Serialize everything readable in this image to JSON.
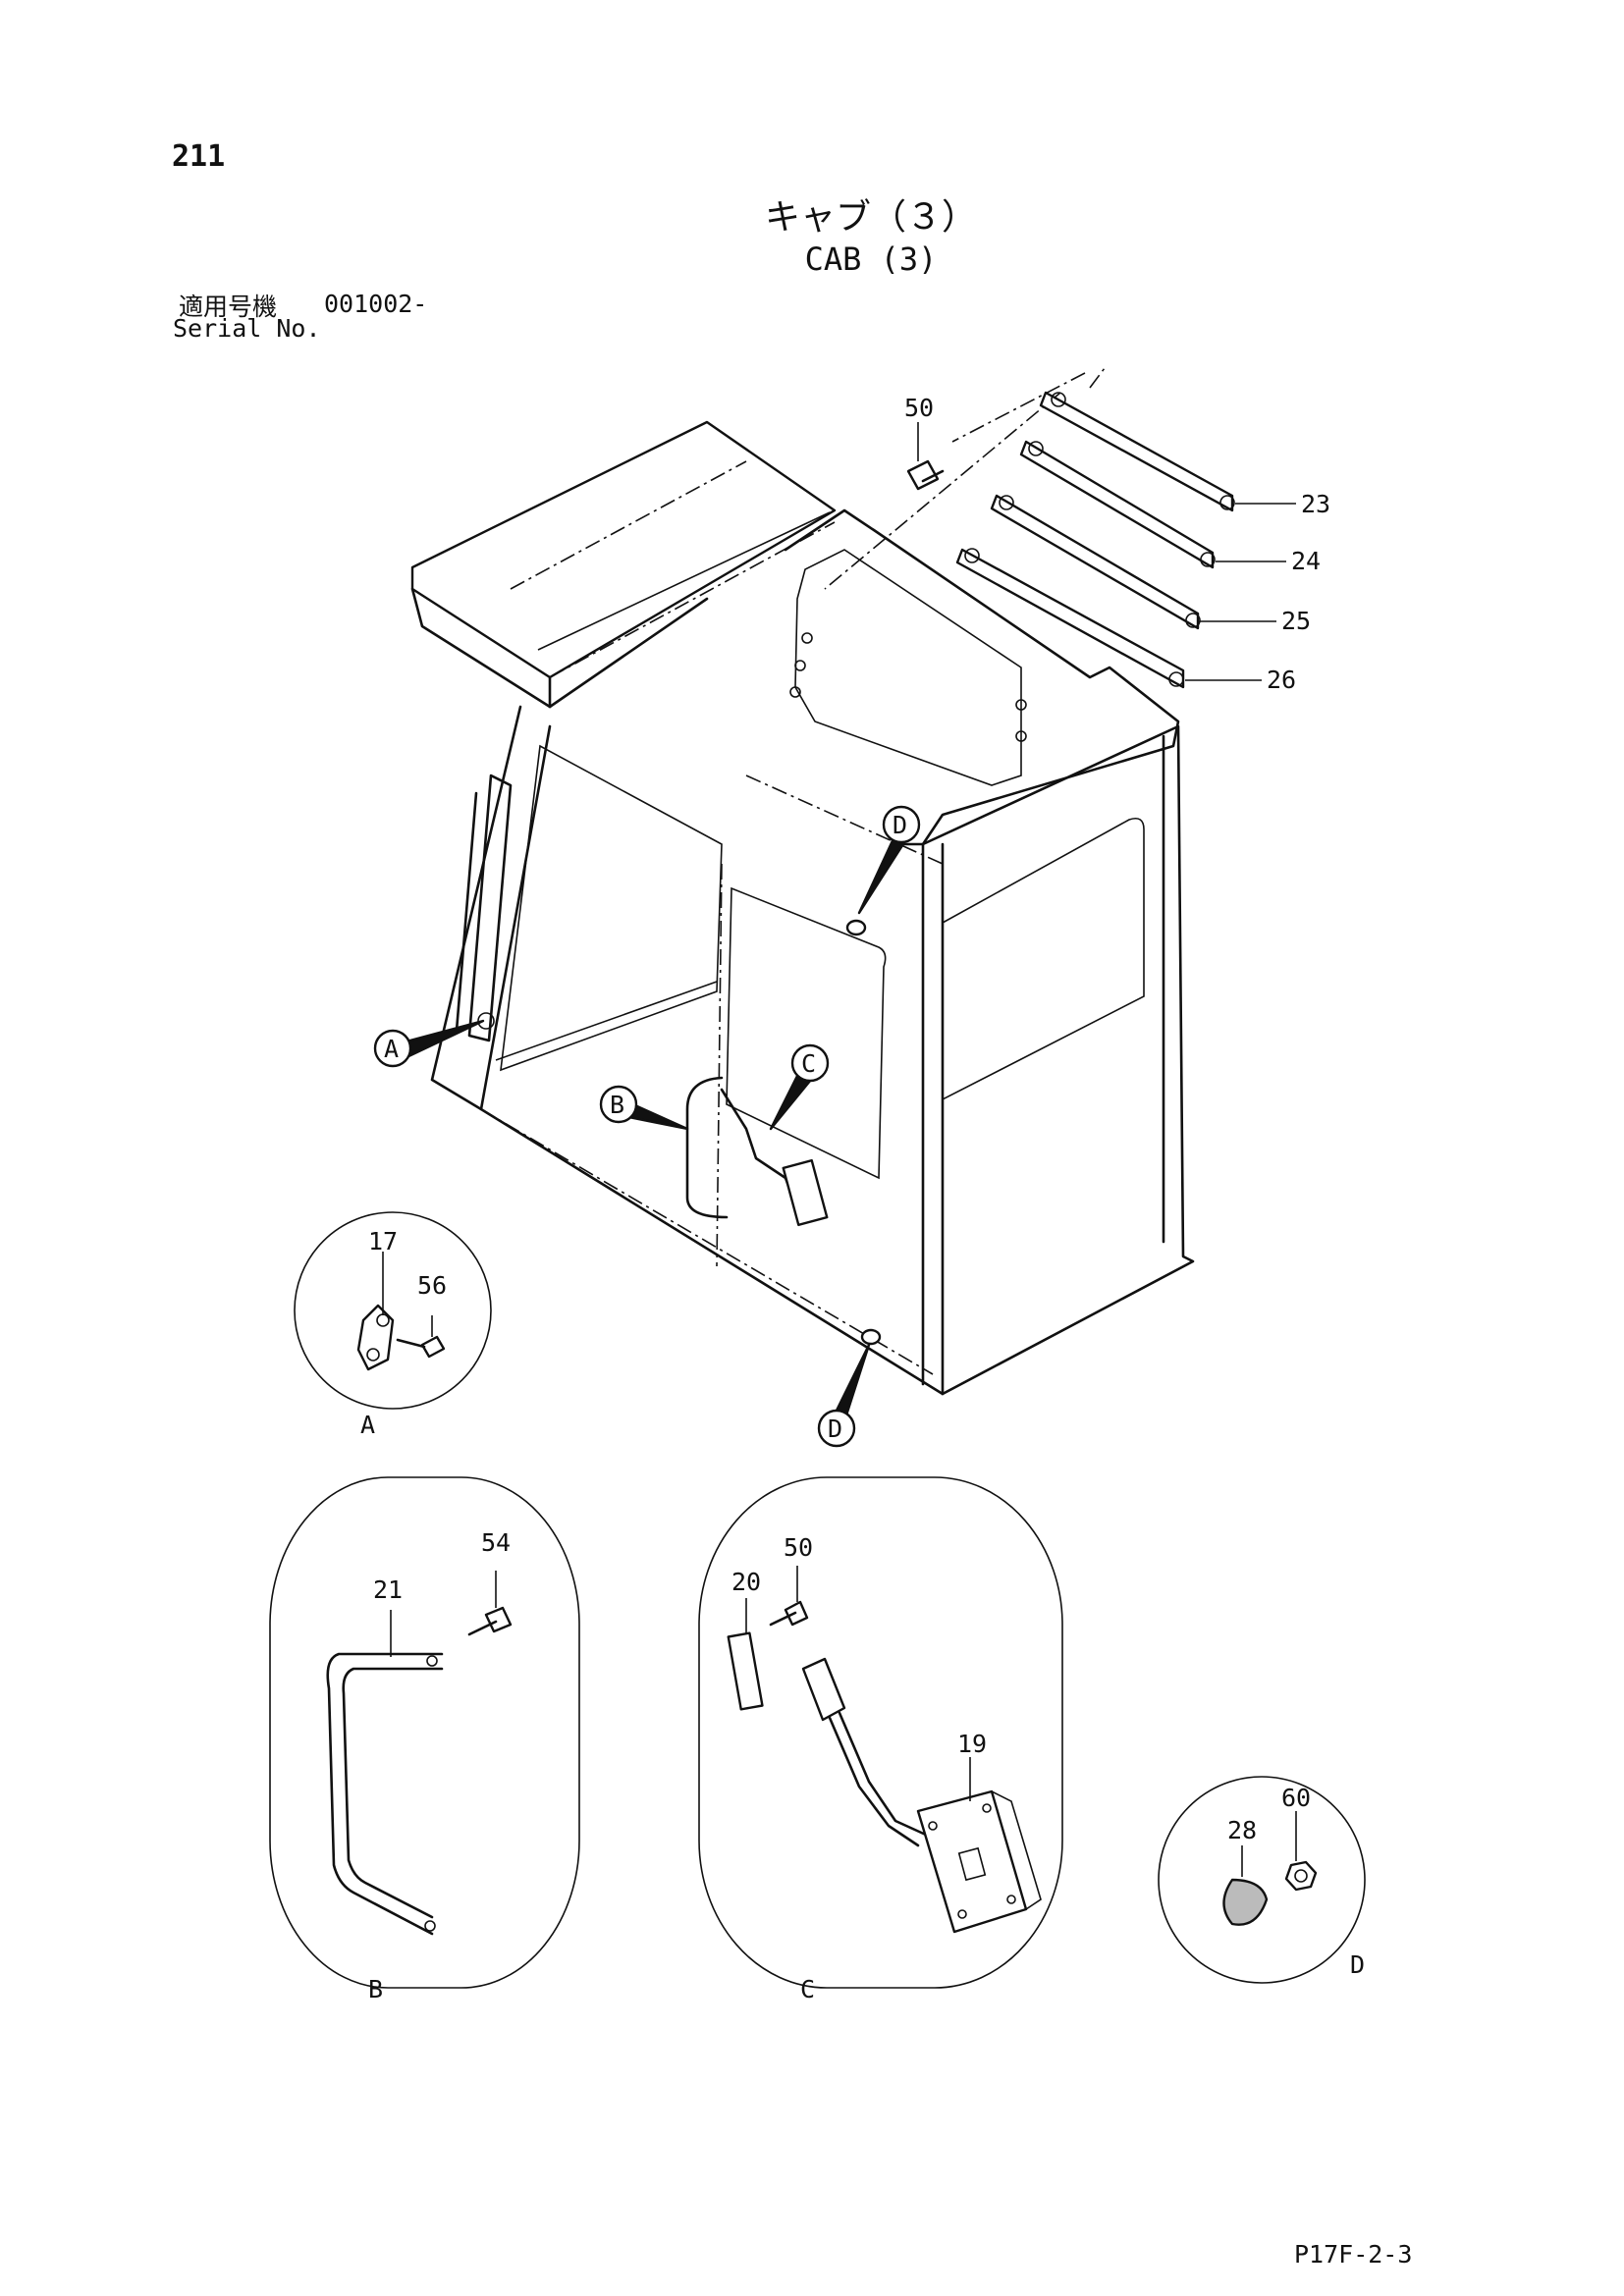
{
  "page": {
    "number": "211",
    "code": "P17F-2-3"
  },
  "title": {
    "jp": "キャブ（３）",
    "en": "CAB (3)"
  },
  "serial": {
    "label_jp": "適用号機",
    "label_en": "Serial No.",
    "value": "001002-"
  },
  "callouts": {
    "a": "A",
    "b": "B",
    "c": "C",
    "d": "D"
  },
  "parts": {
    "p50": "50",
    "p23": "23",
    "p24": "24",
    "p25": "25",
    "p26": "26",
    "p17": "17",
    "p56": "56",
    "p54": "54",
    "p21": "21",
    "p20": "20",
    "p19": "19",
    "p28": "28",
    "p60": "60"
  },
  "detail_labels": {
    "a": "A",
    "b": "B",
    "c": "C",
    "d": "D"
  }
}
